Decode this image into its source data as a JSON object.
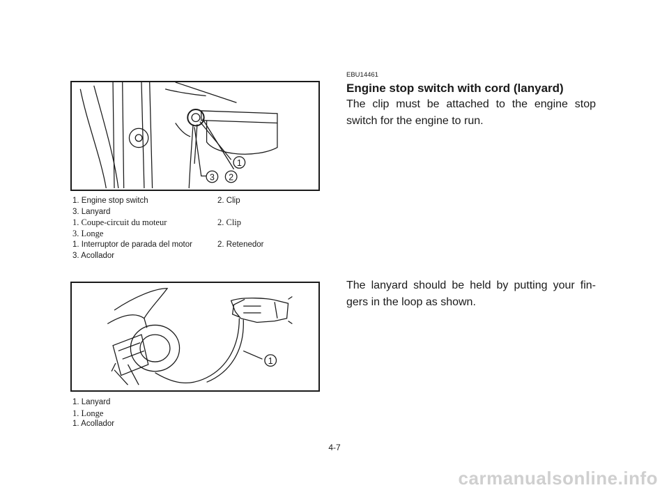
{
  "figure1": {
    "callouts": [
      "1",
      "2",
      "3"
    ],
    "legend": [
      [
        "1.  Engine stop switch",
        "2.  Clip"
      ],
      [
        "3.  Lanyard",
        ""
      ],
      [
        "1.  Coupe-circuit du moteur",
        "2.  Clip"
      ],
      [
        "3.  Longe",
        ""
      ],
      [
        "1.  Interruptor de parada del motor",
        "2.  Retenedor"
      ],
      [
        "3.  Acollador",
        ""
      ]
    ]
  },
  "figure2": {
    "callouts": [
      "1"
    ],
    "legend": [
      "1.  Lanyard",
      "1.  Longe",
      "1.  Acollador"
    ]
  },
  "section": {
    "code": "EBU14461",
    "heading": "Engine stop switch with cord (lanyard)",
    "paragraph1": "The clip must be attached to the engine stop switch for the engine to run.",
    "paragraph2": "The lanyard should be held by putting your fin-gers in the loop as shown."
  },
  "page_number": "4-7",
  "watermark": "carmanualsonline.info"
}
